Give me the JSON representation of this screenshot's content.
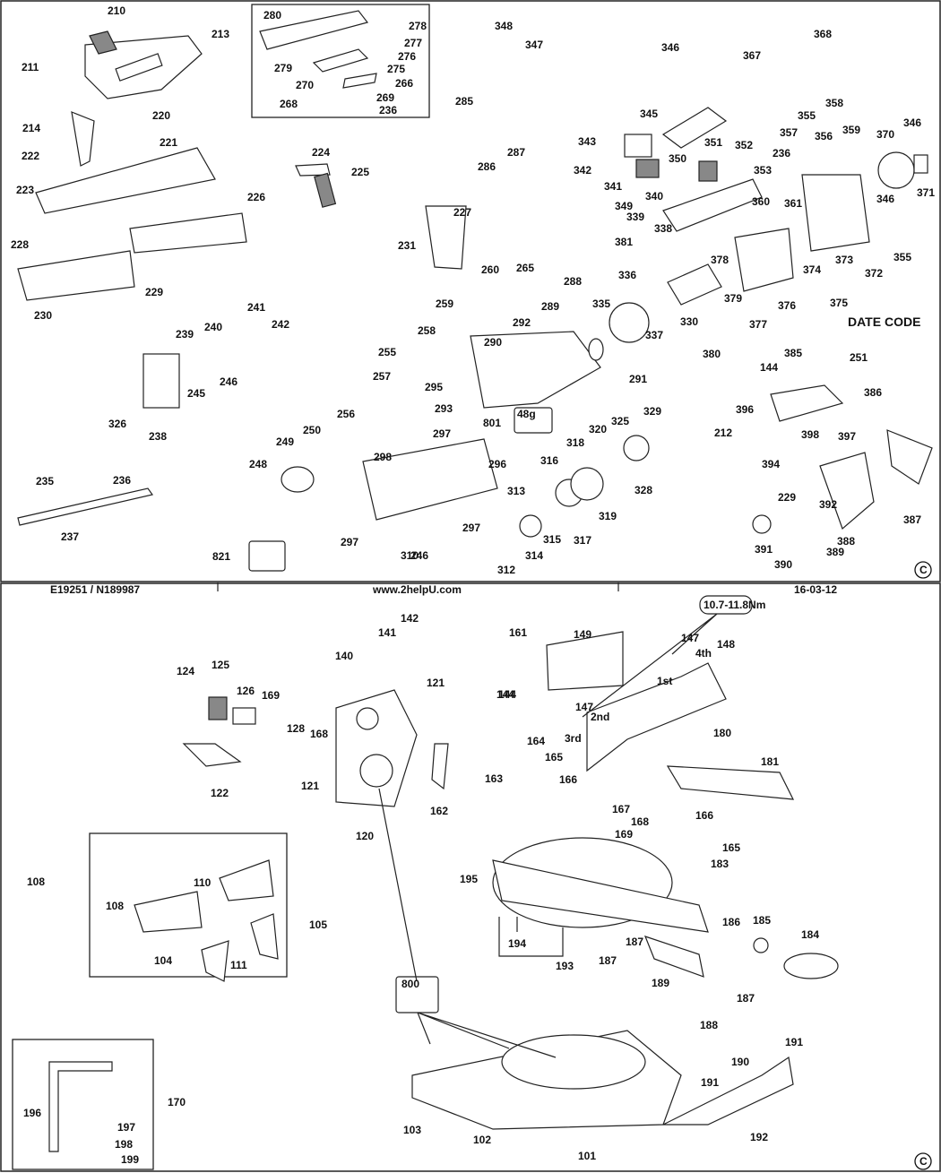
{
  "top_panel": {
    "date_code_label": "DATE CODE",
    "copyright": "C",
    "part_labels": [
      "210",
      "213",
      "211",
      "214",
      "220",
      "221",
      "222",
      "223",
      "224",
      "225",
      "226",
      "227",
      "228",
      "229",
      "230",
      "231",
      "235",
      "236",
      "237",
      "238",
      "239",
      "240",
      "241",
      "242",
      "245",
      "246",
      "248",
      "249",
      "250",
      "251",
      "255",
      "256",
      "257",
      "258",
      "259",
      "260",
      "265",
      "266",
      "268",
      "269",
      "270",
      "275",
      "276",
      "277",
      "278",
      "279",
      "280",
      "285",
      "286",
      "287",
      "288",
      "289",
      "290",
      "291",
      "292",
      "293",
      "295",
      "296",
      "297",
      "298",
      "310",
      "312",
      "313",
      "314",
      "315",
      "316",
      "317",
      "318",
      "319",
      "320",
      "325",
      "326",
      "328",
      "329",
      "330",
      "335",
      "336",
      "337",
      "338",
      "339",
      "340",
      "341",
      "342",
      "343",
      "345",
      "346",
      "347",
      "348",
      "349",
      "350",
      "351",
      "352",
      "353",
      "355",
      "356",
      "357",
      "358",
      "359",
      "360",
      "361",
      "367",
      "368",
      "370",
      "371",
      "372",
      "373",
      "374",
      "375",
      "376",
      "377",
      "378",
      "379",
      "380",
      "381",
      "385",
      "386",
      "387",
      "388",
      "389",
      "390",
      "391",
      "392",
      "394",
      "396",
      "397",
      "398",
      "144",
      "212",
      "801",
      "821"
    ],
    "callout_801": "48g"
  },
  "bottom_panel": {
    "torque_callout": "10.7-11.8Nm",
    "tightening_order": [
      "1st",
      "2nd",
      "3rd",
      "4th"
    ],
    "copyright": "C",
    "part_labels": [
      "101",
      "102",
      "103",
      "104",
      "105",
      "108",
      "110",
      "111",
      "120",
      "121",
      "122",
      "124",
      "125",
      "126",
      "128",
      "140",
      "141",
      "142",
      "144",
      "147",
      "148",
      "149",
      "161",
      "162",
      "163",
      "164",
      "165",
      "166",
      "167",
      "168",
      "169",
      "170",
      "180",
      "181",
      "183",
      "184",
      "185",
      "186",
      "187",
      "188",
      "189",
      "190",
      "191",
      "192",
      "193",
      "194",
      "195",
      "196",
      "197",
      "198",
      "199",
      "800"
    ]
  },
  "separator_texts": {
    "left": "E19251 / N189987",
    "center": "www.2helpU.com",
    "right": "16-03-12"
  }
}
